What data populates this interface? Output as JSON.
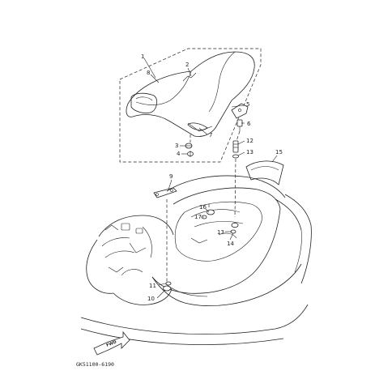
{
  "diagram": {
    "callouts": {
      "c1": "1",
      "c2": "2",
      "c3": "3",
      "c4": "4",
      "c5": "5",
      "c6": "6",
      "c7": "7",
      "c8": "8",
      "c9": "9",
      "c10": "10",
      "c11": "11",
      "c12": "12",
      "c13a": "13",
      "c13b": "13",
      "c14": "14",
      "c15": "15",
      "c16": "16",
      "c17": "17"
    },
    "fwd_label": "FWD",
    "drawing_code": "GK51100-6190"
  }
}
